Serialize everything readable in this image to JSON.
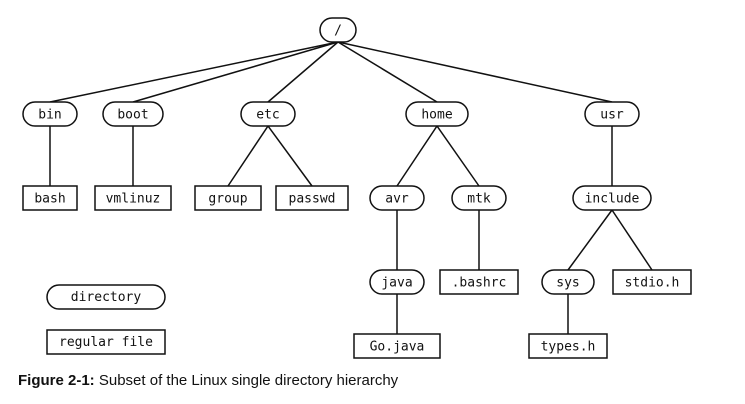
{
  "diagram": {
    "nodes": [
      {
        "id": "root",
        "label": "/",
        "kind": "directory"
      },
      {
        "id": "bin",
        "label": "bin",
        "kind": "directory"
      },
      {
        "id": "boot",
        "label": "boot",
        "kind": "directory"
      },
      {
        "id": "etc",
        "label": "etc",
        "kind": "directory"
      },
      {
        "id": "home",
        "label": "home",
        "kind": "directory"
      },
      {
        "id": "usr",
        "label": "usr",
        "kind": "directory"
      },
      {
        "id": "bash",
        "label": "bash",
        "kind": "file"
      },
      {
        "id": "vmlinuz",
        "label": "vmlinuz",
        "kind": "file"
      },
      {
        "id": "group",
        "label": "group",
        "kind": "file"
      },
      {
        "id": "passwd",
        "label": "passwd",
        "kind": "file"
      },
      {
        "id": "avr",
        "label": "avr",
        "kind": "directory"
      },
      {
        "id": "mtk",
        "label": "mtk",
        "kind": "directory"
      },
      {
        "id": "include",
        "label": "include",
        "kind": "directory"
      },
      {
        "id": "java",
        "label": "java",
        "kind": "directory"
      },
      {
        "id": "bashrc",
        "label": ".bashrc",
        "kind": "file"
      },
      {
        "id": "sys",
        "label": "sys",
        "kind": "directory"
      },
      {
        "id": "stdio",
        "label": "stdio.h",
        "kind": "file"
      },
      {
        "id": "gojava",
        "label": "Go.java",
        "kind": "file"
      },
      {
        "id": "typesh",
        "label": "types.h",
        "kind": "file"
      }
    ],
    "edges": [
      [
        "root",
        "bin"
      ],
      [
        "root",
        "boot"
      ],
      [
        "root",
        "etc"
      ],
      [
        "root",
        "home"
      ],
      [
        "root",
        "usr"
      ],
      [
        "bin",
        "bash"
      ],
      [
        "boot",
        "vmlinuz"
      ],
      [
        "etc",
        "group"
      ],
      [
        "etc",
        "passwd"
      ],
      [
        "home",
        "avr"
      ],
      [
        "home",
        "mtk"
      ],
      [
        "usr",
        "include"
      ],
      [
        "avr",
        "java"
      ],
      [
        "mtk",
        "bashrc"
      ],
      [
        "include",
        "sys"
      ],
      [
        "include",
        "stdio"
      ],
      [
        "java",
        "gojava"
      ],
      [
        "sys",
        "typesh"
      ]
    ]
  },
  "legend": {
    "directory_label": "directory",
    "file_label": "regular file"
  },
  "caption": {
    "figure_label": "Figure 2-1:",
    "text": " Subset of the Linux single directory hierarchy"
  }
}
